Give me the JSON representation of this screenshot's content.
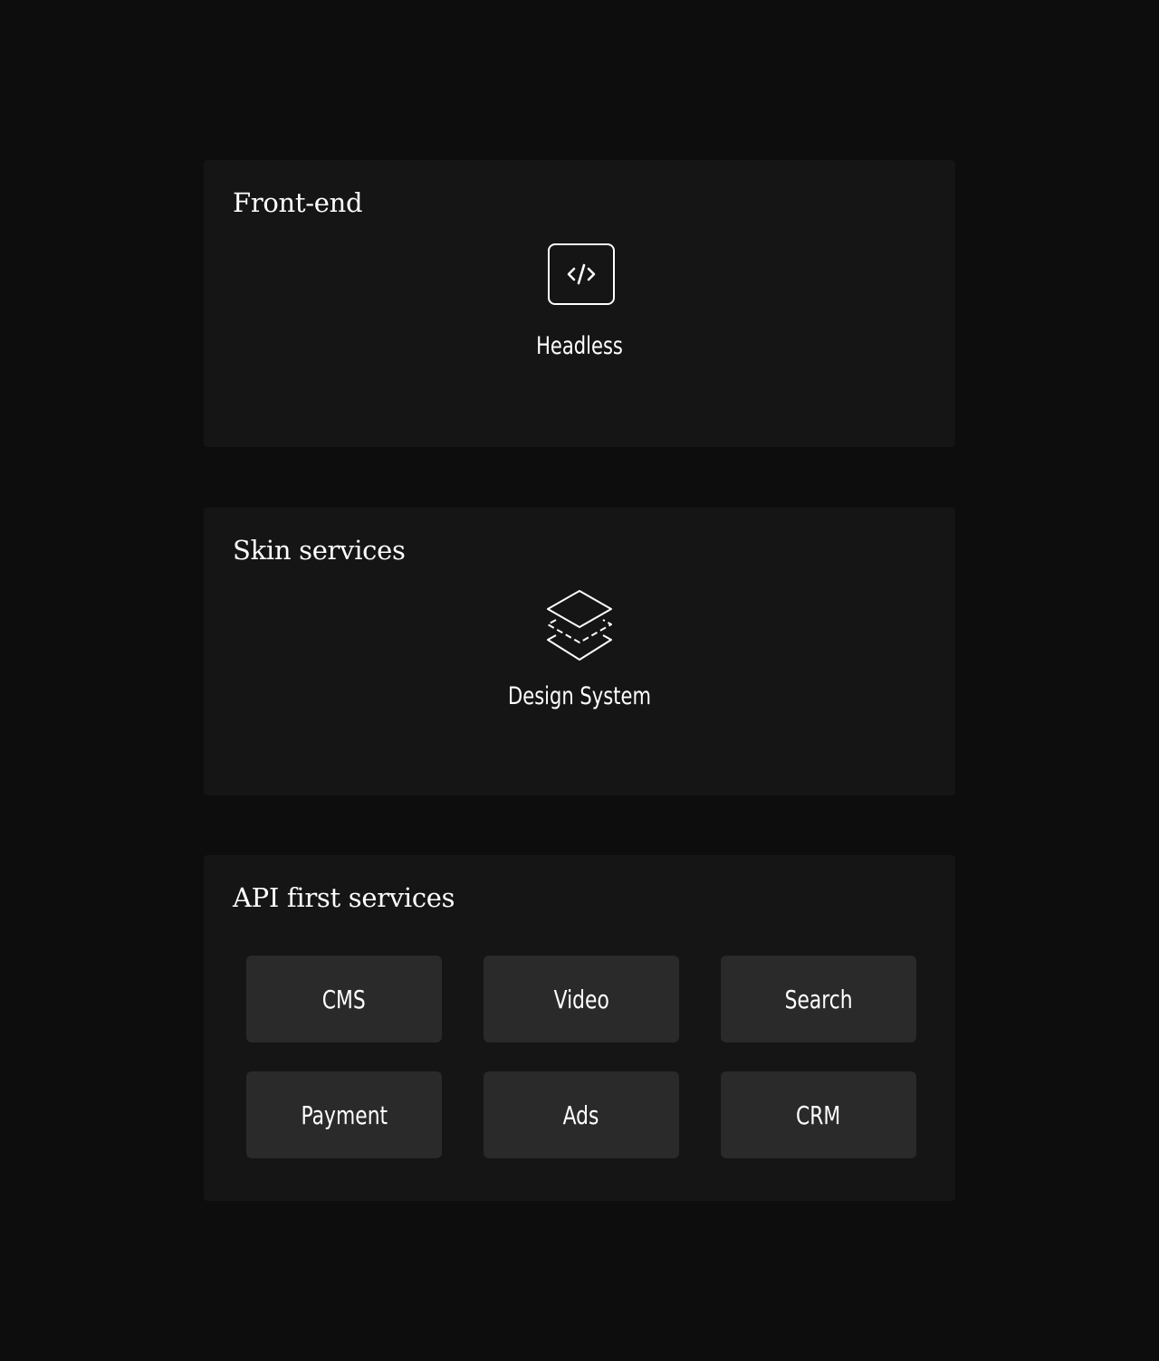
{
  "sections": [
    {
      "id": "frontend",
      "title": "Front-end",
      "item": {
        "label": "Headless",
        "icon": "code-icon"
      }
    },
    {
      "id": "skin",
      "title": "Skin services",
      "item": {
        "label": "Design System",
        "icon": "layers-icon"
      }
    },
    {
      "id": "api",
      "title": "API first services",
      "services": [
        "CMS",
        "Video",
        "Search",
        "Payment",
        "Ads",
        "CRM"
      ]
    }
  ],
  "colors": {
    "background": "#0d0d0d",
    "panel": "#151515",
    "tile": "#2a2a2a",
    "text": "#ffffff"
  }
}
